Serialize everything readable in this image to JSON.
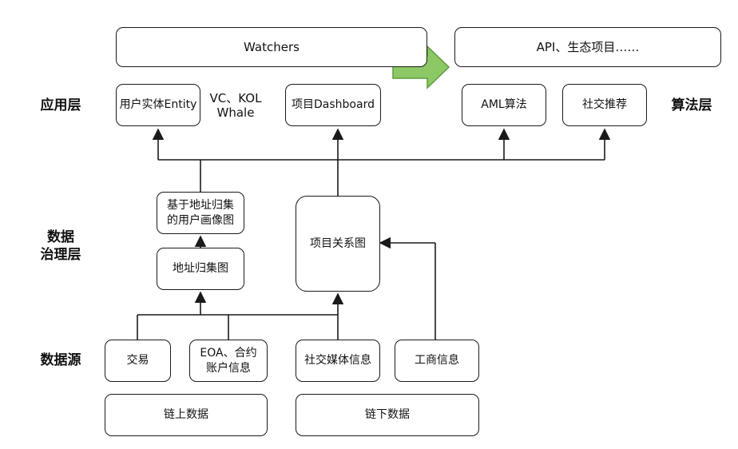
{
  "top": {
    "watchers": "Watchers",
    "api": "API、生态项目……"
  },
  "layers": {
    "application": "应用层",
    "algorithm": "算法层",
    "governance_line1": "数据",
    "governance_line2": "治理层",
    "source": "数据源"
  },
  "application": {
    "user_entity": "用户实体Entity",
    "vc_kol_line1": "VC、KOL",
    "vc_kol_line2": "Whale",
    "project_dashboard": "项目Dashboard",
    "aml": "AML算法",
    "social_recommend": "社交推荐"
  },
  "governance": {
    "user_profile_line1": "基于地址归集",
    "user_profile_line2": "的用户画像图",
    "address_cluster": "地址归集图",
    "project_graph": "项目关系图"
  },
  "sources": {
    "trade": "交易",
    "eoa_line1": "EOA、合约",
    "eoa_line2": "账户信息",
    "social_media": "社交媒体信息",
    "business": "工商信息",
    "onchain": "链上数据",
    "offchain": "链下数据"
  },
  "colors": {
    "arrow_fill": "#8cc865",
    "arrow_stroke": "#5e9b3e",
    "line": "#1a1a1a"
  }
}
